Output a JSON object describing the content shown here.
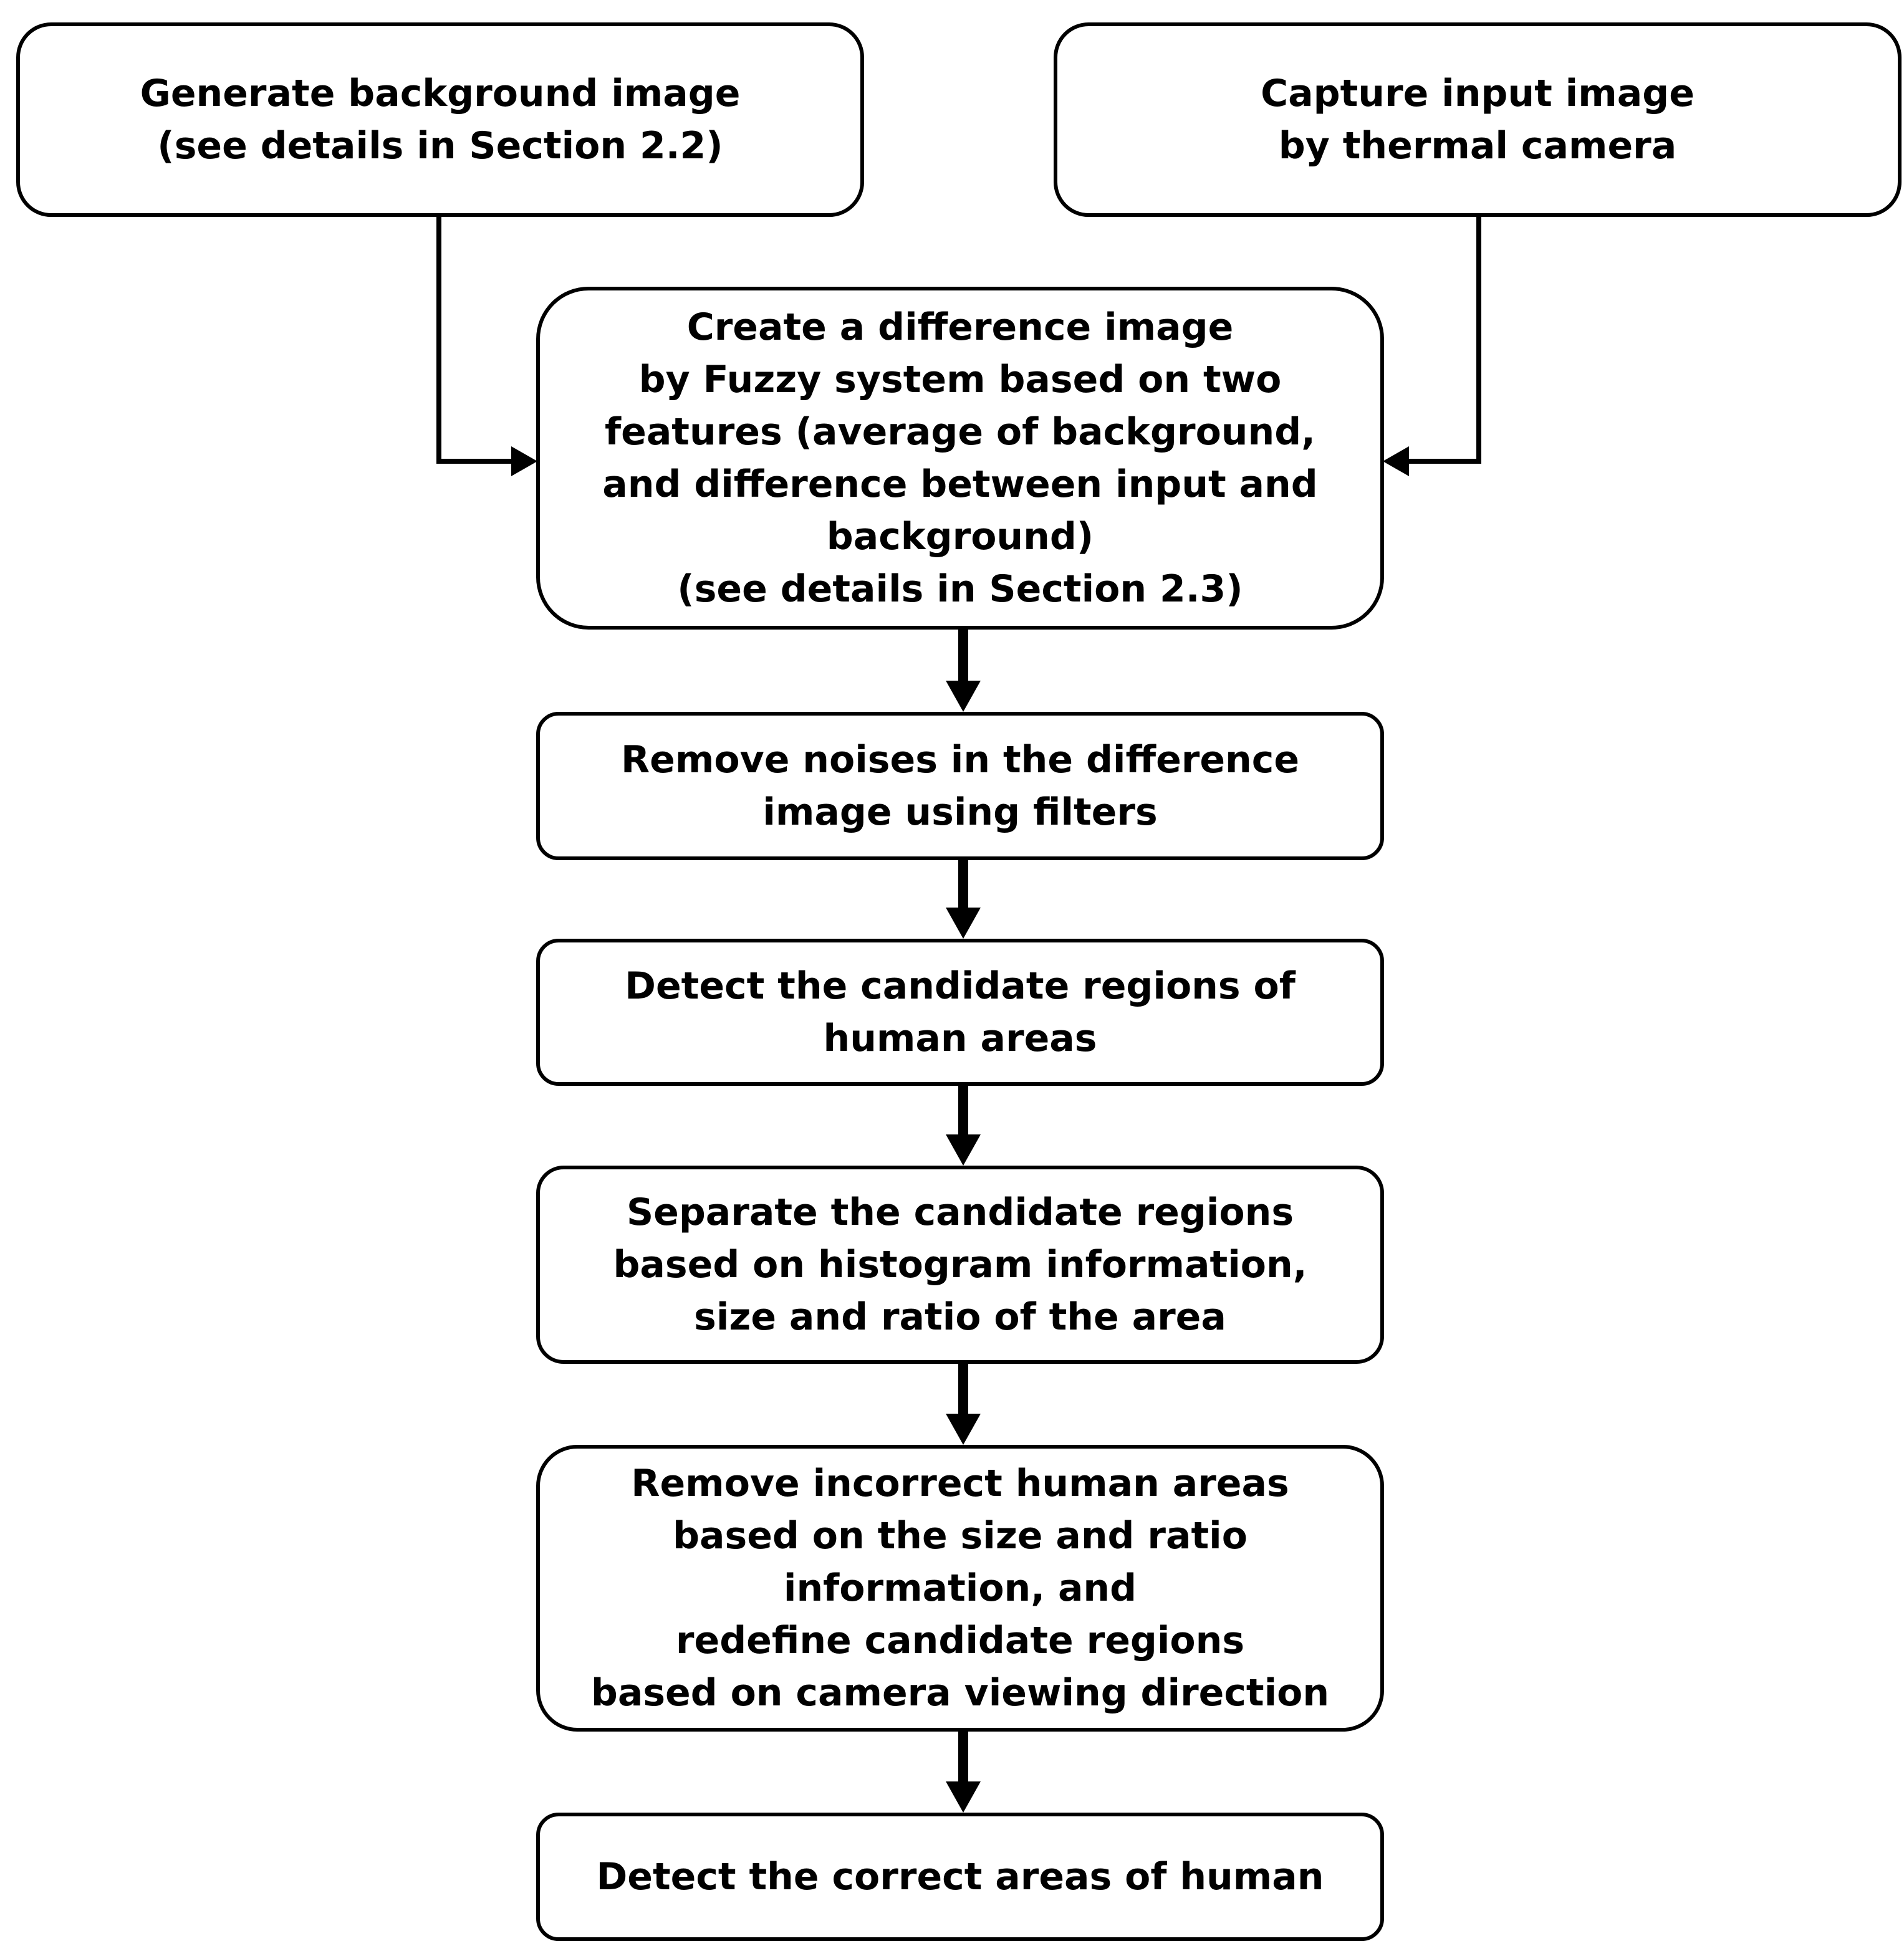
{
  "flowchart": {
    "nodes": {
      "generate_background": {
        "lines": [
          "Generate background image",
          "(see details in Section 2.2)"
        ]
      },
      "capture_input": {
        "lines": [
          "Capture input image",
          "by thermal camera"
        ]
      },
      "create_difference": {
        "lines": [
          "Create a difference image",
          "by Fuzzy system based on two",
          "features (average of background,",
          "and difference between input and",
          "background)",
          "(see details in Section 2.3)"
        ]
      },
      "remove_noises": {
        "lines": [
          "Remove noises in the difference",
          "image using filters"
        ]
      },
      "detect_candidates": {
        "lines": [
          "Detect the candidate regions of",
          "human areas"
        ]
      },
      "separate_candidates": {
        "lines": [
          "Separate the candidate regions",
          "based on histogram information,",
          "size and ratio of the area"
        ]
      },
      "remove_incorrect": {
        "lines": [
          "Remove incorrect human areas",
          "based on the size and ratio",
          "information, and",
          "redefine candidate regions",
          "based on camera viewing direction"
        ]
      },
      "detect_correct": {
        "lines": [
          "Detect the correct areas of human"
        ]
      }
    },
    "edges": [
      {
        "from": "generate_background",
        "to": "create_difference"
      },
      {
        "from": "capture_input",
        "to": "create_difference"
      },
      {
        "from": "create_difference",
        "to": "remove_noises"
      },
      {
        "from": "remove_noises",
        "to": "detect_candidates"
      },
      {
        "from": "detect_candidates",
        "to": "separate_candidates"
      },
      {
        "from": "separate_candidates",
        "to": "remove_incorrect"
      },
      {
        "from": "remove_incorrect",
        "to": "detect_correct"
      }
    ]
  }
}
